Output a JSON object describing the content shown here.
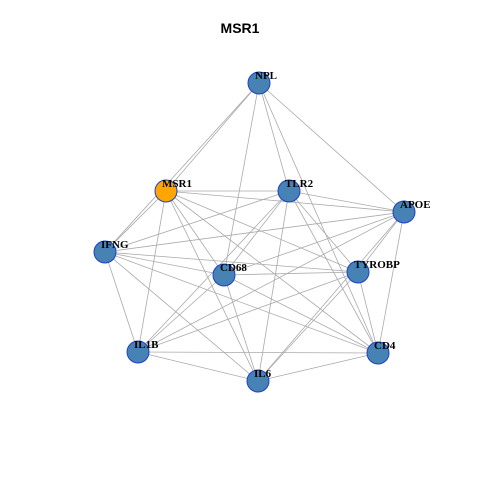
{
  "title": "MSR1",
  "colors": {
    "node_default": "#4682b4",
    "node_highlight": "#ffa500",
    "node_border": "#1e3fcc",
    "edge": "#aaaaaa"
  },
  "nodes": [
    {
      "id": "NPL",
      "label": "NPL",
      "highlight": false
    },
    {
      "id": "MSR1",
      "label": "MSR1",
      "highlight": true
    },
    {
      "id": "TLR2",
      "label": "TLR2",
      "highlight": false
    },
    {
      "id": "APOE",
      "label": "APOE",
      "highlight": false
    },
    {
      "id": "IFNG",
      "label": "IFNG",
      "highlight": false
    },
    {
      "id": "CD68",
      "label": "CD68",
      "highlight": false
    },
    {
      "id": "TYROBP",
      "label": "TYROBP",
      "highlight": false
    },
    {
      "id": "IL1B",
      "label": "IL1B",
      "highlight": false
    },
    {
      "id": "CD4",
      "label": "CD4",
      "highlight": false
    },
    {
      "id": "IL6",
      "label": "IL6",
      "highlight": false
    }
  ],
  "edges": [
    [
      "NPL",
      "MSR1"
    ],
    [
      "NPL",
      "IFNG"
    ],
    [
      "NPL",
      "CD68"
    ],
    [
      "NPL",
      "TLR2"
    ],
    [
      "NPL",
      "APOE"
    ],
    [
      "NPL",
      "CD4"
    ],
    [
      "MSR1",
      "TLR2"
    ],
    [
      "MSR1",
      "APOE"
    ],
    [
      "MSR1",
      "IFNG"
    ],
    [
      "MSR1",
      "CD68"
    ],
    [
      "MSR1",
      "TYROBP"
    ],
    [
      "MSR1",
      "IL1B"
    ],
    [
      "MSR1",
      "CD4"
    ],
    [
      "MSR1",
      "IL6"
    ],
    [
      "TLR2",
      "APOE"
    ],
    [
      "TLR2",
      "IFNG"
    ],
    [
      "TLR2",
      "CD68"
    ],
    [
      "TLR2",
      "TYROBP"
    ],
    [
      "TLR2",
      "IL1B"
    ],
    [
      "TLR2",
      "CD4"
    ],
    [
      "TLR2",
      "IL6"
    ],
    [
      "APOE",
      "IFNG"
    ],
    [
      "APOE",
      "CD68"
    ],
    [
      "APOE",
      "TYROBP"
    ],
    [
      "APOE",
      "IL1B"
    ],
    [
      "APOE",
      "CD4"
    ],
    [
      "APOE",
      "IL6"
    ],
    [
      "IFNG",
      "CD68"
    ],
    [
      "IFNG",
      "TYROBP"
    ],
    [
      "IFNG",
      "IL1B"
    ],
    [
      "IFNG",
      "CD4"
    ],
    [
      "IFNG",
      "IL6"
    ],
    [
      "CD68",
      "TYROBP"
    ],
    [
      "CD68",
      "IL1B"
    ],
    [
      "CD68",
      "IL6"
    ],
    [
      "CD68",
      "CD4"
    ],
    [
      "TYROBP",
      "IL1B"
    ],
    [
      "TYROBP",
      "CD4"
    ],
    [
      "TYROBP",
      "IL6"
    ],
    [
      "IL1B",
      "IL6"
    ],
    [
      "IL1B",
      "CD4"
    ],
    [
      "CD4",
      "IL6"
    ]
  ]
}
